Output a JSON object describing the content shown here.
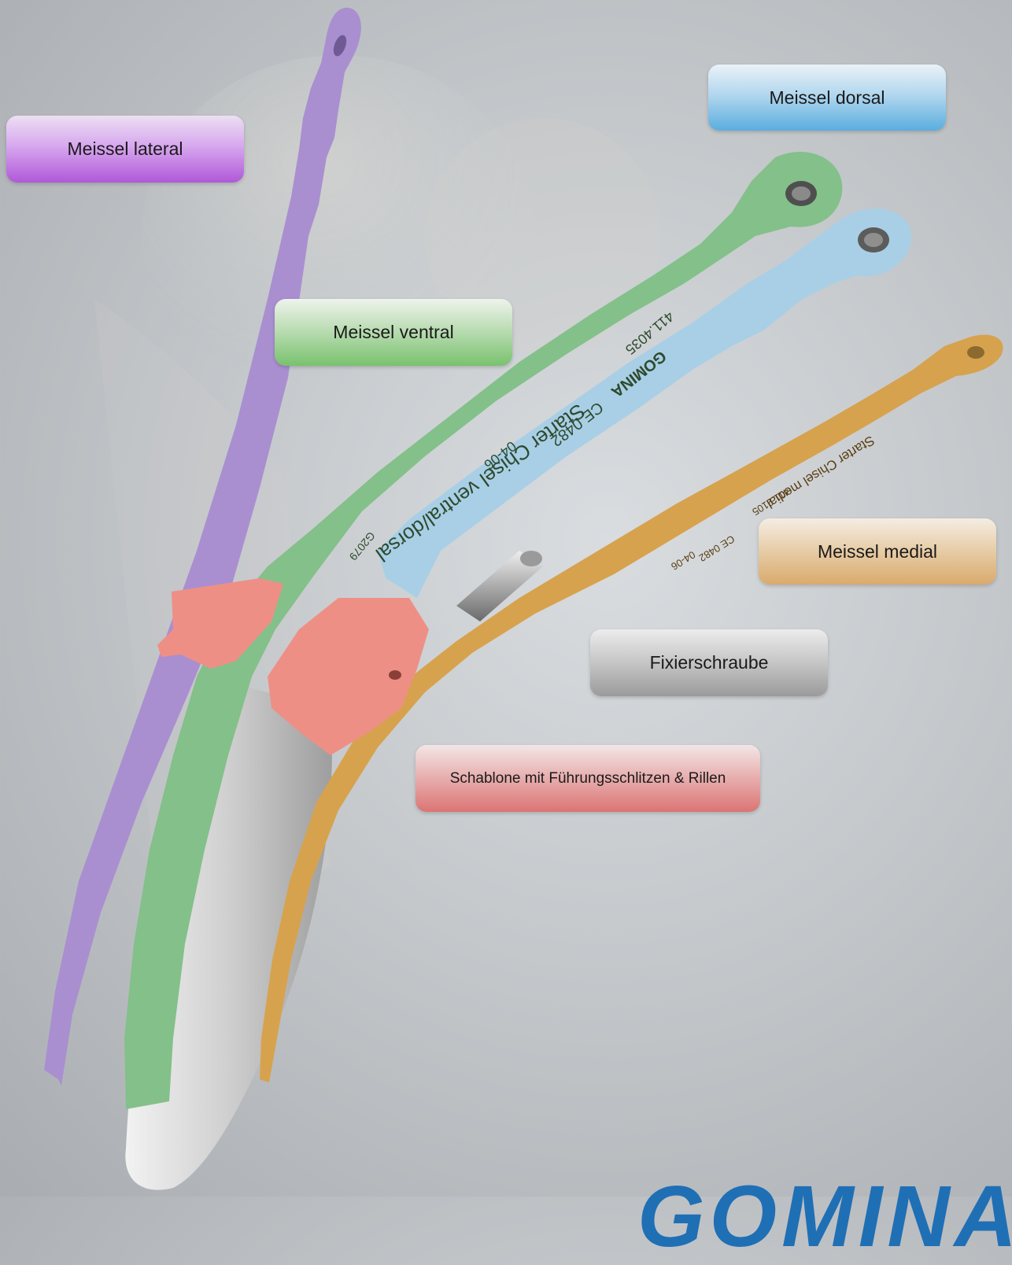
{
  "labels": {
    "lateral": "Meissel lateral",
    "dorsal": "Meissel dorsal",
    "ventral": "Meissel ventral",
    "medial": "Meissel medial",
    "screw": "Fixierschraube",
    "template": "Schablone mit Führungsschlitzen & Rillen"
  },
  "instrument_text": {
    "ventral_dorsal_name": "Starter Chisel ventral/dorsal",
    "ventral_dorsal_code": "411.4035",
    "ventral_dorsal_ce": "CE 0482",
    "ventral_dorsal_date": "04-06",
    "ventral_dorsal_lot": "G2079",
    "medial_name": "Starter Chisel medial",
    "medial_code": "411.2105",
    "medial_ce": "CE 0482",
    "medial_date": "04-06",
    "brand_small": "GOMINA"
  },
  "logo": "GOMINA",
  "colors": {
    "lateral": "#a98fd0",
    "dorsal": "#a9cfe6",
    "ventral": "#84c08a",
    "medial": "#d7a24e",
    "template": "#ee8f86",
    "implant": "#c9c9c9"
  }
}
